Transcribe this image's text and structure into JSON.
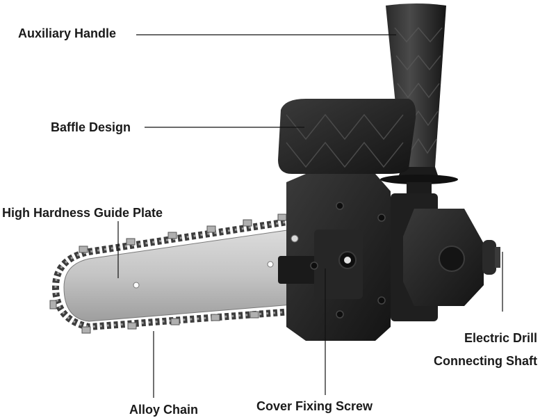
{
  "callouts": {
    "auxiliary_handle": "Auxiliary Handle",
    "baffle_design": "Baffle Design",
    "guide_plate": "High Hardness Guide Plate",
    "alloy_chain": "Alloy Chain",
    "cover_screw": "Cover Fixing Screw",
    "drill_shaft_line1": "Electric Drill",
    "drill_shaft_line2": "Connecting Shaft"
  },
  "colors": {
    "body_black": "#1e1e1e",
    "bar_silver": "#c8c8c8",
    "chain_steel": "#8a8a8a",
    "leader_line": "#111111"
  }
}
